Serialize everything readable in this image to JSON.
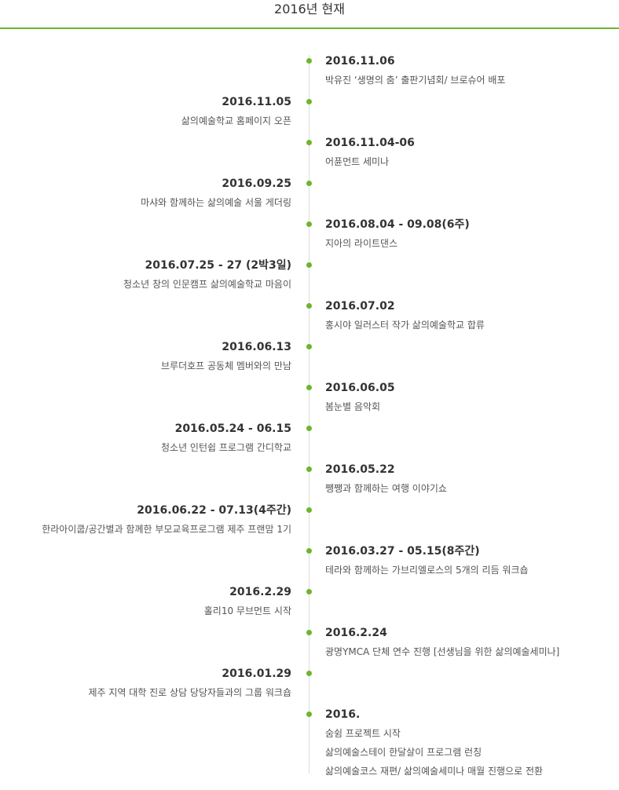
{
  "header": {
    "title": "2016년 현재",
    "accent_color": "#6fb52c"
  },
  "timeline": {
    "entries": [
      {
        "side": "right",
        "date": "2016.11.06",
        "descriptions": [
          "박유진 ‘생명의 춤’ 출판기념회/ 브로슈어 배포"
        ]
      },
      {
        "side": "left",
        "date": "2016.11.05",
        "descriptions": [
          "삶의예술학교 홈페이지 오픈"
        ]
      },
      {
        "side": "right",
        "date": "2016.11.04-06",
        "descriptions": [
          "어퓬먼트 세미나"
        ]
      },
      {
        "side": "left",
        "date": "2016.09.25",
        "descriptions": [
          "마샤와 함께하는 삶의예술 서울 게더링"
        ]
      },
      {
        "side": "right",
        "date": "2016.08.04 - 09.08(6주)",
        "descriptions": [
          "지아의 라이트댄스"
        ]
      },
      {
        "side": "left",
        "date": "2016.07.25 - 27 (2박3일)",
        "descriptions": [
          "청소년 창의 인문캠프 삶의예술학교 마음이"
        ]
      },
      {
        "side": "right",
        "date": "2016.07.02",
        "descriptions": [
          "홍시야 일러스터 작가 삶의예술학교 합류"
        ]
      },
      {
        "side": "left",
        "date": "2016.06.13",
        "descriptions": [
          "브루더호프 공동체 멤버와의 만남"
        ]
      },
      {
        "side": "right",
        "date": "2016.06.05",
        "descriptions": [
          "봄눈별 음악회"
        ]
      },
      {
        "side": "left",
        "date": "2016.05.24 - 06.15",
        "descriptions": [
          "청소년 인턴쉽 프로그램 간디학교"
        ]
      },
      {
        "side": "right",
        "date": "2016.05.22",
        "descriptions": [
          "쨍쨍과 함께하는 여행 이야기쇼"
        ]
      },
      {
        "side": "left",
        "date": "2016.06.22 - 07.13(4주간)",
        "descriptions": [
          "한라아이쿱/공간별과 함께한 부모교육프로그램 제주 프랜맘 1기"
        ]
      },
      {
        "side": "right",
        "date": "2016.03.27 - 05.15(8주간)",
        "descriptions": [
          "테라와 함께하는 가브리엘로스의 5개의 리듬 워크숍"
        ]
      },
      {
        "side": "left",
        "date": "2016.2.29",
        "descriptions": [
          "홀리10 무브먼트 시작"
        ]
      },
      {
        "side": "right",
        "date": "2016.2.24",
        "descriptions": [
          "광명YMCA 단체 연수 진행 [선생님을 위한 삶의예술세미나]"
        ]
      },
      {
        "side": "left",
        "date": "2016.01.29",
        "descriptions": [
          "제주 지역 대학 진로 상담 당당자들과의 그룹 워크숍"
        ]
      },
      {
        "side": "right",
        "date": "2016.",
        "descriptions": [
          "숨쉼 프로젝트 시작",
          "삶의예술스테이 한달살이 프로그램 런칭",
          "삶의예술코스 재편/ 삶의예술세미나 매월 진행으로 전환"
        ]
      }
    ]
  }
}
